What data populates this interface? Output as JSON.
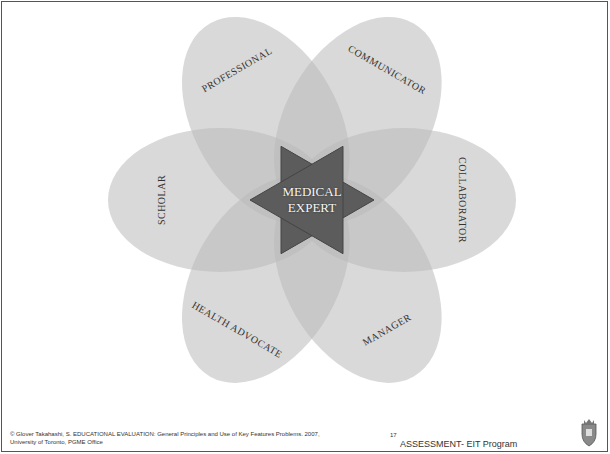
{
  "diagram": {
    "nodes": [
      {
        "text": [
          "PROFESSIONAL"
        ]
      },
      {
        "text": [
          "COMMUNICATOR"
        ]
      },
      {
        "text": [
          "SCHOLAR"
        ]
      },
      {
        "text": [
          "COLLABORATOR"
        ]
      },
      {
        "text": [
          "HEALTH ADVOCATE"
        ]
      },
      {
        "text": [
          "MANAGER"
        ]
      },
      {
        "text": [
          "MEDICAL EXPERT"
        ]
      }
    ],
    "labels": [
      "© Glover Takahashi, S. EDUCATIONAL EVALUATION: General Principles and Use of Key Features Problems. 2007, University of Toronto, PGME Office",
      "17",
      "ASSESSMENT- EIT Program"
    ]
  }
}
